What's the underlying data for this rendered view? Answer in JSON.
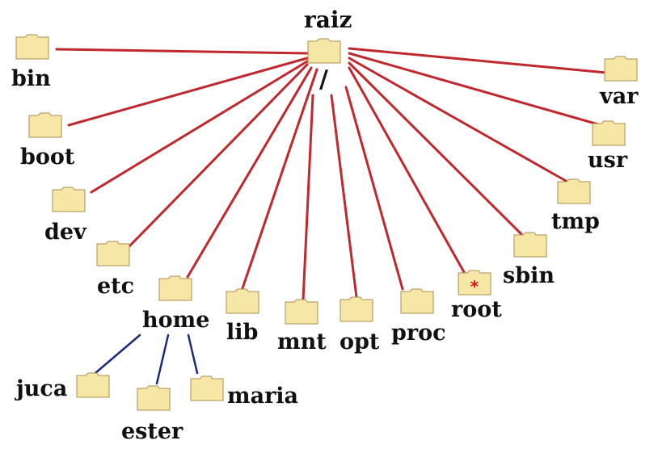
{
  "diagram": {
    "root": {
      "title": "raiz",
      "symbol": "/"
    },
    "children": [
      {
        "id": "bin",
        "label": "bin"
      },
      {
        "id": "boot",
        "label": "boot"
      },
      {
        "id": "dev",
        "label": "dev"
      },
      {
        "id": "etc",
        "label": "etc"
      },
      {
        "id": "home",
        "label": "home",
        "children": [
          {
            "id": "juca",
            "label": "juca"
          },
          {
            "id": "ester",
            "label": "ester"
          },
          {
            "id": "maria",
            "label": "maria"
          }
        ]
      },
      {
        "id": "lib",
        "label": "lib"
      },
      {
        "id": "mnt",
        "label": "mnt"
      },
      {
        "id": "opt",
        "label": "opt"
      },
      {
        "id": "proc",
        "label": "proc"
      },
      {
        "id": "root",
        "label": "root",
        "marker": "*"
      },
      {
        "id": "sbin",
        "label": "sbin"
      },
      {
        "id": "tmp",
        "label": "tmp"
      },
      {
        "id": "usr",
        "label": "usr"
      },
      {
        "id": "var",
        "label": "var"
      }
    ]
  },
  "colors": {
    "root_edges": "#c0282d",
    "home_edges": "#1b2a7a",
    "folder_fill": "#f7e7a6",
    "folder_stroke": "#a98f52",
    "marker": "#d8141a"
  },
  "icons": {
    "folder": "folder-icon"
  }
}
